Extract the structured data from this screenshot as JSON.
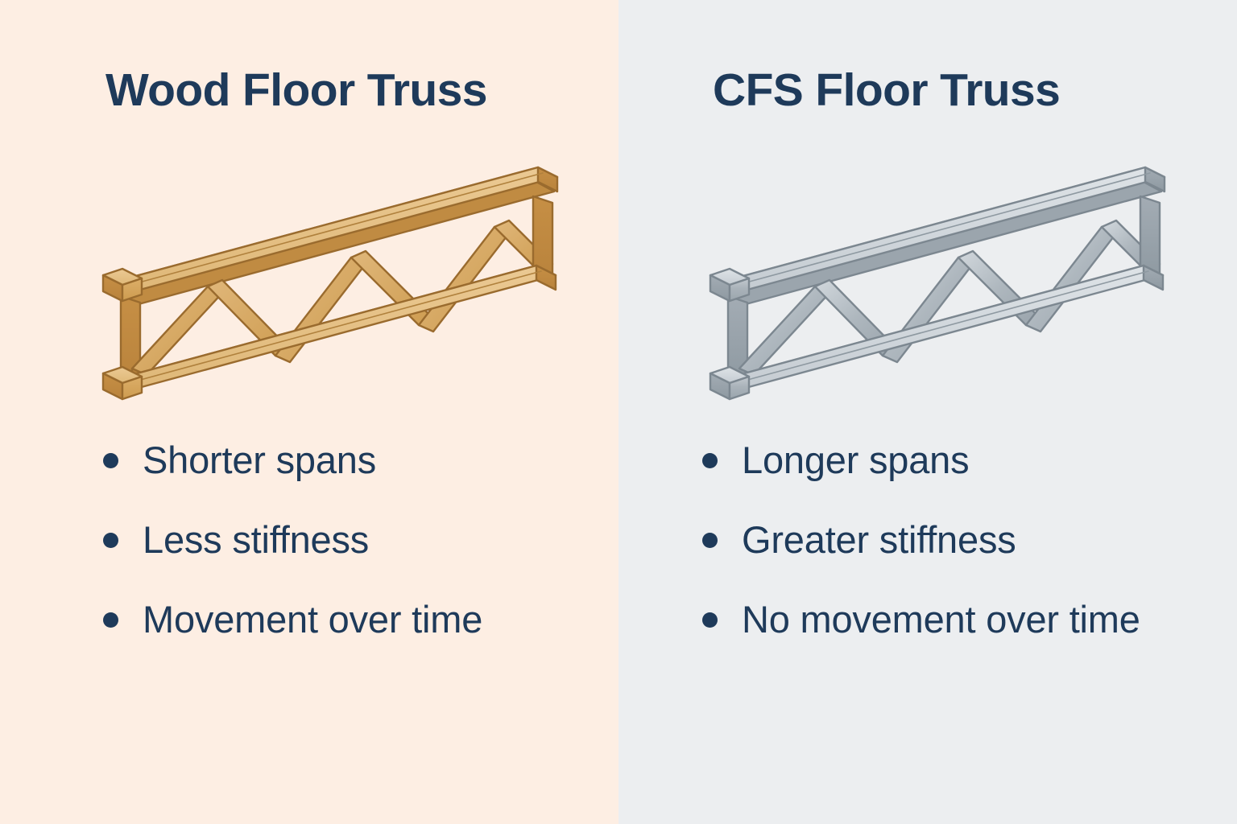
{
  "colors": {
    "navy": "#1E3A5A",
    "left_background": "#FDEEE3",
    "right_background": "#ECEEF0",
    "wood_light": "#E8C389",
    "wood_mid": "#D6A45E",
    "wood_dark": "#C08B42",
    "wood_outline": "#9A6B2E",
    "steel_light": "#D3D9DE",
    "steel_mid": "#AEB7BE",
    "steel_dark": "#97A1A9",
    "steel_outline": "#7C8790"
  },
  "panels": [
    {
      "id": "wood",
      "title": "Wood Floor Truss",
      "illustration": "wood-floor-truss-illustration",
      "bullets": [
        "Shorter spans",
        "Less stiffness",
        "Movement over time"
      ]
    },
    {
      "id": "cfs",
      "title": "CFS Floor Truss",
      "illustration": "cfs-floor-truss-illustration",
      "bullets": [
        "Longer spans",
        "Greater stiffness",
        "No movement over time"
      ]
    }
  ]
}
